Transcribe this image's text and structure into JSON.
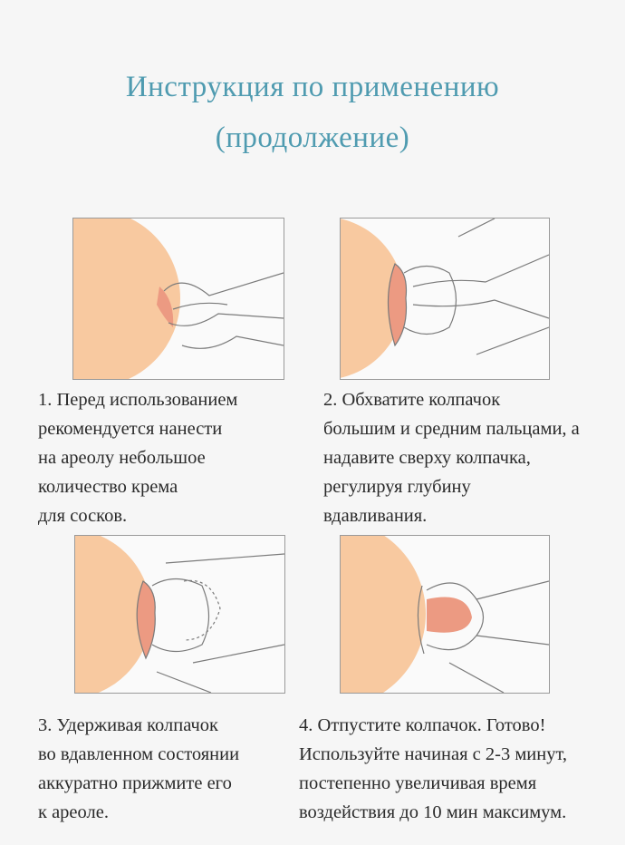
{
  "title": {
    "line1": "Инструкция по применению",
    "line2": "(продолжение)"
  },
  "colors": {
    "title": "#4f9bb0",
    "skin": "#f8c9a0",
    "areola": "#ec9a82",
    "line": "#7a7a7a"
  },
  "steps": [
    {
      "lines": [
        "1. Перед использованием",
        "рекомендуется нанести",
        "на ареолу небольшое",
        "количество крема",
        "для сосков."
      ]
    },
    {
      "lines": [
        "2. Обхватите колпачок",
        "большим и средним пальцами, а",
        "надавите сверху колпачка,",
        "регулируя глубину",
        "вдавливания."
      ]
    },
    {
      "lines": [
        "3. Удерживая колпачок",
        "во вдавленном состоянии",
        "аккуратно прижмите его",
        "к ареоле."
      ]
    },
    {
      "lines": [
        "4. Отпустите колпачок. Готово!",
        "Используйте начиная с 2-3 минут,",
        "постепенно увеличивая время",
        "воздействия до 10 мин максимум."
      ]
    }
  ]
}
